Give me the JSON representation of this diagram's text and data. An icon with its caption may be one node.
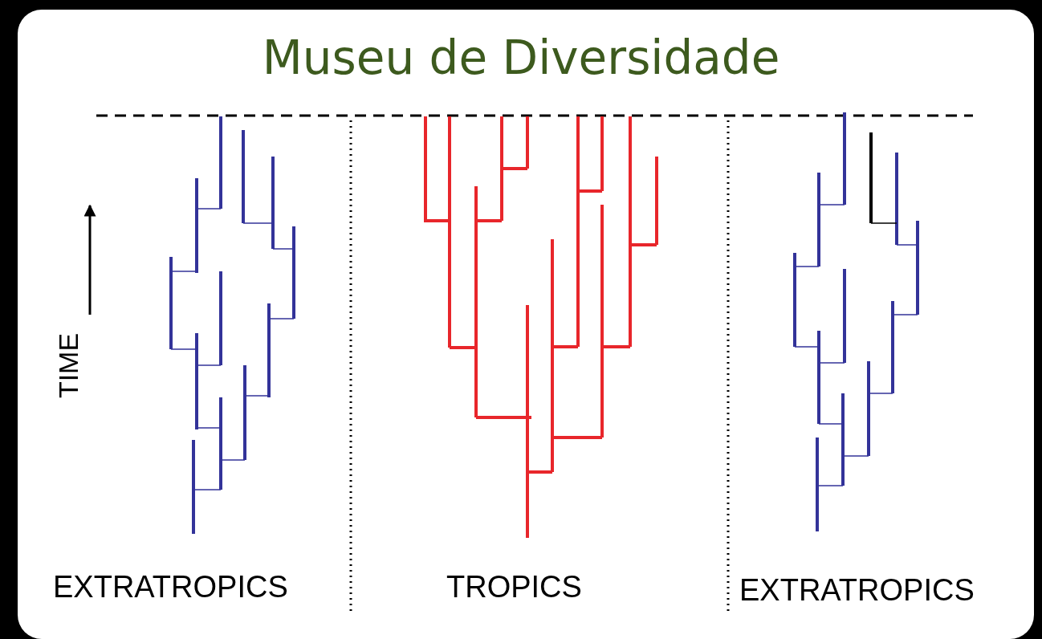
{
  "diagram": {
    "title": "Museu de Diversidade",
    "labels": [
      "TIME",
      "EXTRATROPICS",
      "TROPICS",
      "EXTRATROPICS"
    ]
  }
}
